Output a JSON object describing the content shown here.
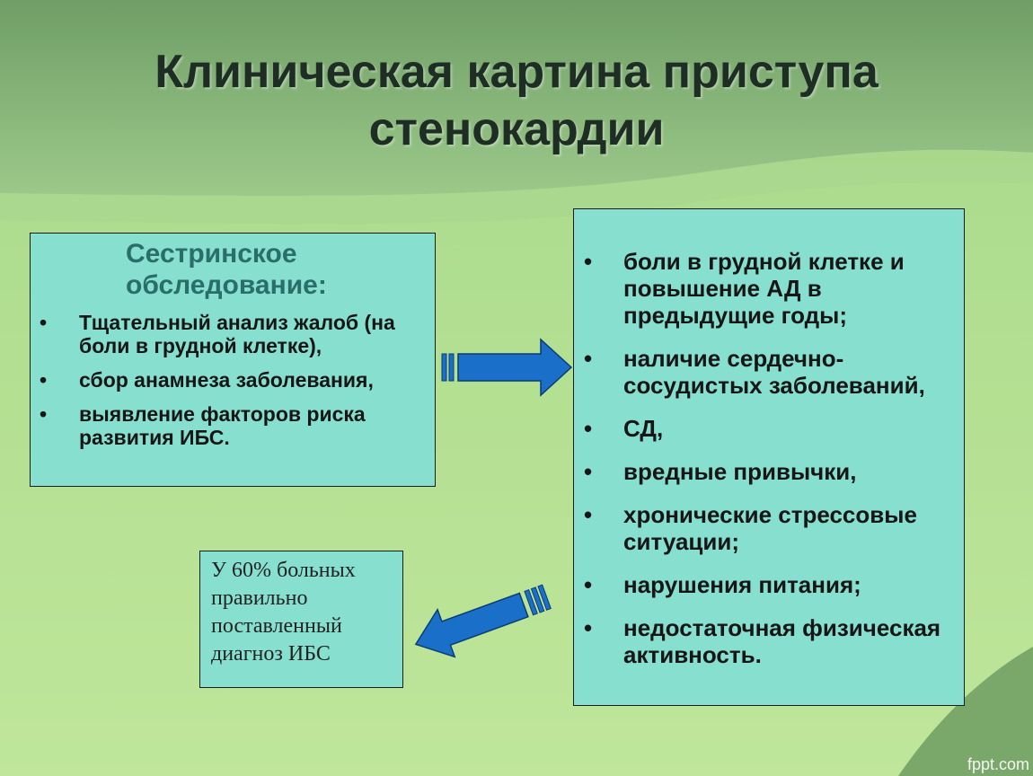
{
  "slide": {
    "title": "Клиническая картина приступа стенокардии"
  },
  "left_box": {
    "heading": "Сестринское обследование:",
    "items": [
      "Тщательный анализ жалоб (на боли в грудной клетке),",
      "сбор анамнеза заболевания,",
      "выявление факторов риска развития ИБС."
    ]
  },
  "right_box": {
    "items": [
      "боли в грудной клетке и повышение АД в предыдущие годы;",
      "наличие сердечно-сосудистых заболеваний,",
      "СД,",
      "вредные привычки,",
      "хронические стрессовые ситуации;",
      "нарушения питания;",
      "недостаточная физическая активность."
    ]
  },
  "note_box": {
    "text": "У 60% больных правильно поставленный диагноз ИБС"
  },
  "watermark": "fppt.com",
  "icons": {
    "bullet": "•",
    "arrow_right": "striped-block-arrow-right",
    "arrow_down_left": "striped-block-arrow-down-left"
  },
  "colors": {
    "background": "#b4e08c",
    "header_band": "#8cbc78",
    "box_fill": "#87e0cf",
    "arrow_fill": "#1a6fc9",
    "heading_text": "#2a6e6a",
    "title_text": "#1f2e24"
  }
}
